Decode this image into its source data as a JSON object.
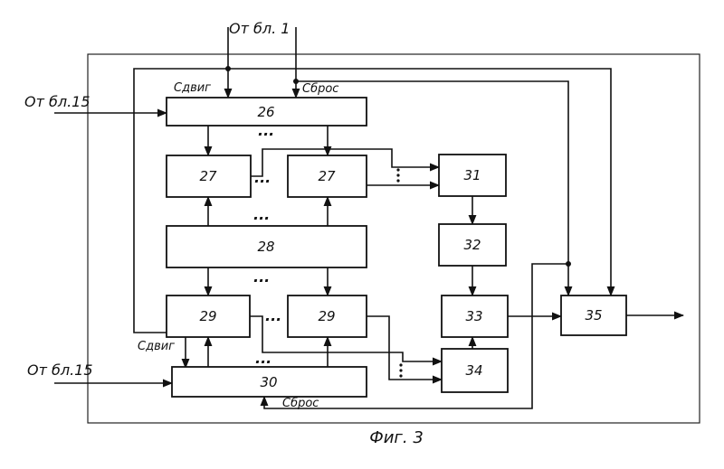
{
  "blocks": {
    "b26": "26",
    "b27a": "27",
    "b27b": "27",
    "b28": "28",
    "b29a": "29",
    "b29b": "29",
    "b30": "30",
    "b31": "31",
    "b32": "32",
    "b33": "33",
    "b34": "34",
    "b35": "35"
  },
  "labels": {
    "from_block_1": "От бл. 1",
    "from_block_15_top": "От бл.15",
    "from_block_15_bottom": "От бл.15",
    "shift_top": "Сдвиг",
    "reset_top": "Сброс",
    "shift_bottom": "Сдвиг",
    "reset_bottom": "Сброс",
    "ellipsis": "...",
    "caption": "Фиг. 3"
  }
}
